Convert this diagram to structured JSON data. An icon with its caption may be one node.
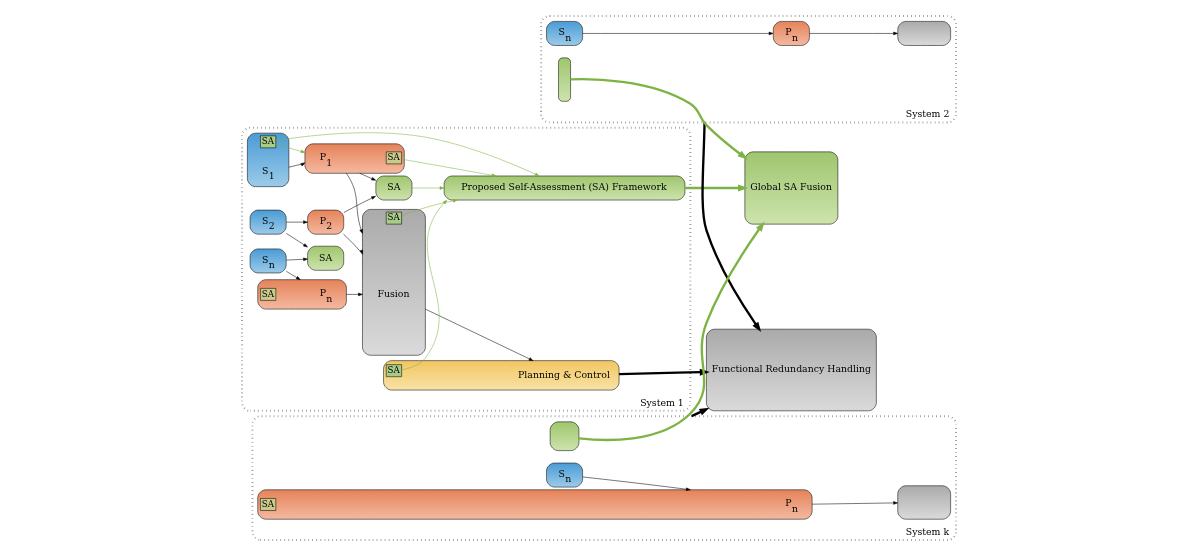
{
  "diagram": {
    "nodes": [
      {
        "text": [
          "System 1"
        ]
      },
      {
        "text": [
          "Proposed Self-Assessment (SA) Framework"
        ],
        "in": 0
      },
      {
        "text": [
          "S$_{1}$"
        ],
        "in": 0
      },
      {
        "text": [
          "SA"
        ],
        "in": 2
      },
      {
        "text": [
          "P$_{1}$"
        ],
        "in": 0
      },
      {
        "text": [
          "SA"
        ],
        "in": 4
      },
      {
        "text": [
          "S$_{2}$"
        ],
        "in": 0
      },
      {
        "text": [
          "P$_{2}$"
        ],
        "in": 0
      },
      {
        "text": [
          "SA"
        ],
        "in": 0
      },
      {
        "text": [
          "SA"
        ],
        "in": 0
      },
      {
        "text": [
          "S$_{n}$"
        ],
        "in": 0
      },
      {
        "text": [
          "P$_{n}$"
        ],
        "in": 0
      },
      {
        "text": [
          "SA"
        ],
        "in": 11
      },
      {
        "text": [
          "Fusion"
        ],
        "in": 0
      },
      {
        "text": [
          "SA"
        ],
        "in": 13
      },
      {
        "text": [
          "Planning & Control"
        ],
        "in": 0
      },
      {
        "text": [
          "SA"
        ],
        "in": 15
      },
      {
        "text": [
          "System 2"
        ]
      },
      {
        "text": [
          "S$_{n}$"
        ],
        "in": 17
      },
      {
        "text": [
          "P$_{n}$"
        ],
        "in": 17
      },
      {
        "text": [],
        "shape": "box",
        "in": 17
      },
      {
        "text": [],
        "shape": "bar",
        "in": 17
      },
      {
        "text": [
          "System k"
        ]
      },
      {
        "text": [
          "S$_{n}$"
        ],
        "in": 22
      },
      {
        "text": [
          "P$_{n}$"
        ],
        "in": 22
      },
      {
        "text": [
          "SA"
        ],
        "in": 24
      },
      {
        "text": [],
        "shape": "box",
        "in": 22
      },
      {
        "text": [],
        "shape": "box",
        "in": 22
      },
      {
        "text": [
          "Global SA Fusion"
        ]
      },
      {
        "text": [
          "Functional Redundancy Handling"
        ]
      }
    ],
    "edges": [
      {
        "from": 2,
        "to": 4,
        "arrow": "to"
      },
      {
        "from": 3,
        "to": 4,
        "arrow": "to",
        "color": "#7cb342"
      },
      {
        "from": 3,
        "to": 1,
        "arrow": "to",
        "color": "#7cb342"
      },
      {
        "from": 5,
        "to": 1,
        "arrow": "to",
        "color": "#7cb342"
      },
      {
        "from": 4,
        "to": 13,
        "arrow": "to"
      },
      {
        "from": 4,
        "to": 8,
        "arrow": "to"
      },
      {
        "from": 6,
        "to": 7,
        "arrow": "to"
      },
      {
        "from": 7,
        "to": 8,
        "arrow": "to"
      },
      {
        "from": 7,
        "to": 13,
        "arrow": "to"
      },
      {
        "from": 8,
        "to": 1,
        "arrow": "to",
        "color": "#7cb342"
      },
      {
        "from": 6,
        "to": 9,
        "arrow": "to"
      },
      {
        "from": 10,
        "to": 9,
        "arrow": "to"
      },
      {
        "from": 10,
        "to": 11,
        "arrow": "to"
      },
      {
        "from": 11,
        "to": 13,
        "arrow": "to"
      },
      {
        "from": 14,
        "to": 1,
        "arrow": "to",
        "color": "#7cb342"
      },
      {
        "from": 13,
        "to": 15,
        "arrow": "to"
      },
      {
        "from": 16,
        "to": 1,
        "arrow": "to",
        "color": "#7cb342"
      },
      {
        "from": 1,
        "to": 28,
        "arrow": "to",
        "style": "thick",
        "color": "#7cb342"
      },
      {
        "from": 15,
        "to": 29,
        "arrow": "to",
        "style": "thick"
      },
      {
        "from": 18,
        "to": 19,
        "arrow": "to"
      },
      {
        "from": 19,
        "to": 20,
        "arrow": "to"
      },
      {
        "from": 21,
        "to": 28,
        "arrow": "to",
        "style": "thick",
        "color": "#7cb342"
      },
      {
        "from": 17,
        "to": 29,
        "arrow": "to",
        "style": "thick"
      },
      {
        "from": 23,
        "to": 24,
        "arrow": "to"
      },
      {
        "from": 24,
        "to": 26,
        "arrow": "to"
      },
      {
        "from": 27,
        "to": 28,
        "arrow": "to",
        "style": "thick",
        "color": "#7cb342"
      },
      {
        "from": 22,
        "to": 29,
        "arrow": "to",
        "style": "thick"
      }
    ]
  }
}
